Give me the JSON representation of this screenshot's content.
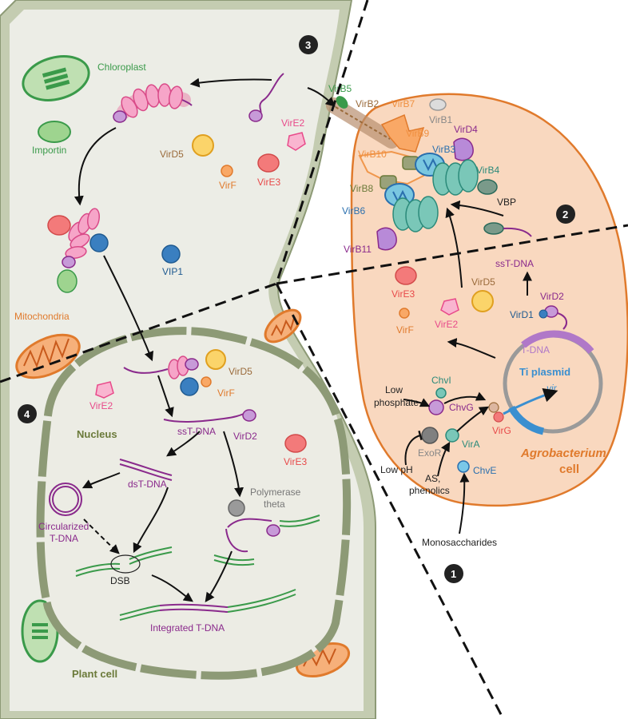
{
  "colors": {
    "plant_cytoplasm": "#ecede6",
    "plant_wall": "#c4ccb1",
    "plant_wall_dark": "#8d9a76",
    "nucleus": "#ecece4",
    "bacterium_fill": "#f9d8bf",
    "bacterium_edge": "#e07a2c",
    "green": "#3a9a4a",
    "orange": "#f09040",
    "brown": "#9a6a3a",
    "purple": "#8a2a8c",
    "pink": "#e84a8a",
    "gray": "#888888",
    "blue": "#2a6fae",
    "teal": "#2b8a7a",
    "olive": "#6b7a3a",
    "text_dark": "#222222"
  },
  "steps": {
    "s1": "1",
    "s2": "2",
    "s3": "3",
    "s4": "4"
  },
  "plant": {
    "chloroplast": "Chloroplast",
    "importin": "Importin",
    "mitochondria": "Mitochondria",
    "vip1": "VIP1",
    "vird5": "VirD5",
    "virf": "VirF",
    "vire2": "VirE2",
    "vire3": "VirE3",
    "plant_cell": "Plant cell"
  },
  "nucleus": {
    "title": "Nucleus",
    "vire2": "VirE2",
    "vird5": "VirD5",
    "virf": "VirF",
    "sst_dna": "ssT-DNA",
    "vird2": "VirD2",
    "vire3": "VirE3",
    "dst_dna": "dsT-DNA",
    "circ_line1": "Circularized",
    "circ_line2": "T-DNA",
    "dsb": "DSB",
    "pol_line1": "Polymerase",
    "pol_line2": "theta",
    "integrated": "Integrated T-DNA"
  },
  "t4ss": {
    "virb5": "VirB5",
    "virb2": "VirB2",
    "virb7": "VirB7",
    "virb1": "VirB1",
    "virb9": "VirB9",
    "vird4": "VirD4",
    "virb10": "VirB10",
    "virb3": "VirB3",
    "virb4": "VirB4",
    "virb8": "VirB8",
    "vbp": "VBP",
    "virb6": "VirB6",
    "virb11": "VirB11"
  },
  "bacterium": {
    "sst_dna": "ssT-DNA",
    "vird2": "VirD2",
    "vird1": "VirD1",
    "vire3": "VirE3",
    "vird5": "VirD5",
    "vire2": "VirE2",
    "virf": "VirF",
    "t_dna": "T-DNA",
    "ti_plasmid": "Ti plasmid",
    "vir": "vir",
    "chvi": "ChvI",
    "chvg": "ChvG",
    "virg": "VirG",
    "vira": "VirA",
    "exor": "ExoR",
    "chve": "ChvE",
    "cell_line1": "Agrobacterium",
    "cell_line2": "cell"
  },
  "signals": {
    "low_phosphate_line1": "Low",
    "low_phosphate_line2": "phosphate",
    "low_ph": "Low pH",
    "as_line1": "AS,",
    "as_line2": "phenolics",
    "monosaccharides": "Monosaccharides"
  }
}
